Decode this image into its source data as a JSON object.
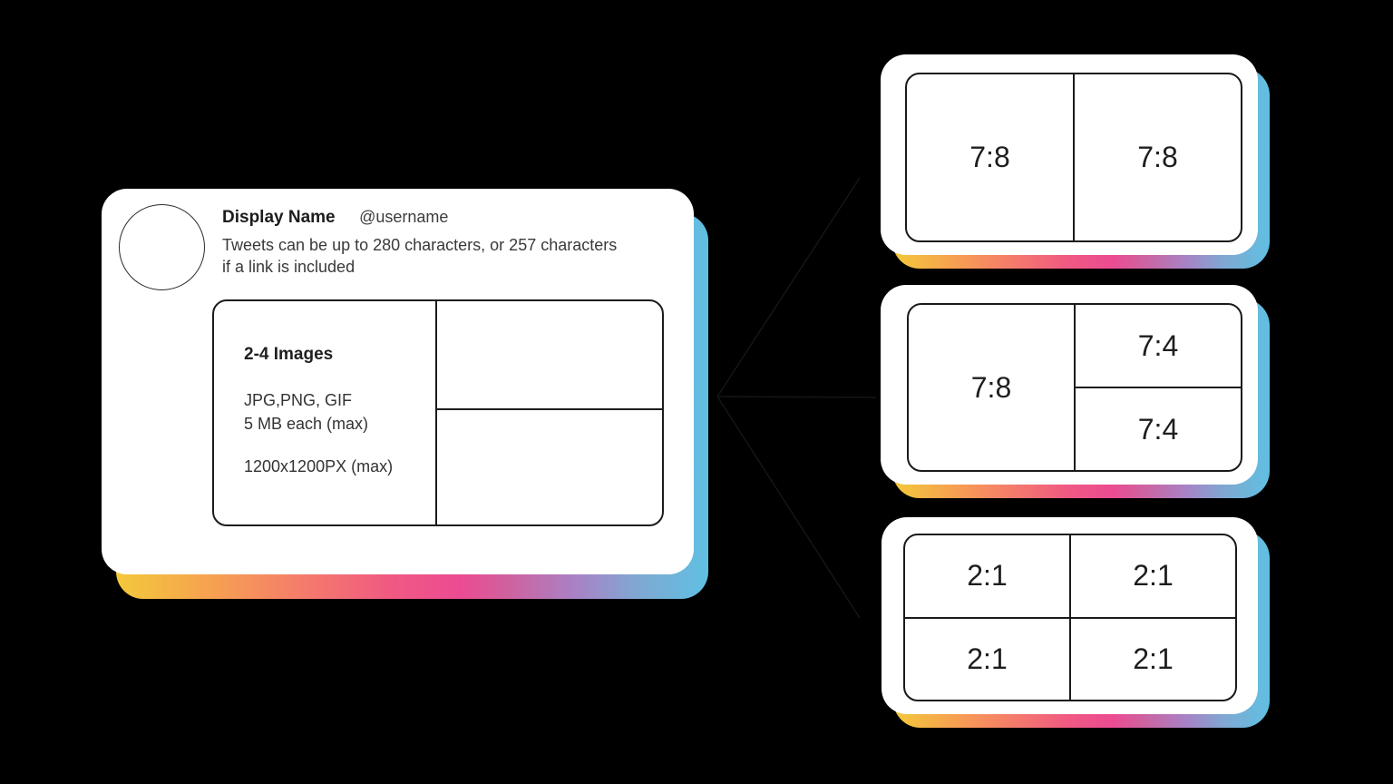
{
  "background": "#000000",
  "palette": {
    "card_bg": "#ffffff",
    "connector_line": "#151515",
    "text_primary": "#1c1c1c",
    "text_secondary": "#3a3a3a",
    "gradient_stops": [
      "#f3c93a",
      "#f6a150",
      "#f57f69",
      "#f05a82",
      "#ec4b92",
      "#a783c6",
      "#7fa8d2",
      "#5fc0e2"
    ]
  },
  "tweet_card": {
    "display_name": "Display Name",
    "username": "@username",
    "body_line1": "Tweets can be up to 280 characters, or 257 characters",
    "body_line2": "if a link is included",
    "image_box": {
      "title": "2-4 Images",
      "formats": "JPG,PNG, GIF",
      "size_limit": "5 MB each (max)",
      "max_dimensions": "1200x1200PX (max)"
    }
  },
  "ratio_cards": {
    "two_images": {
      "left": "7:8",
      "right": "7:8"
    },
    "three_images": {
      "left": "7:8",
      "top_right": "7:4",
      "bottom_right": "7:4"
    },
    "four_images": {
      "top_left": "2:1",
      "top_right": "2:1",
      "bottom_left": "2:1",
      "bottom_right": "2:1"
    }
  }
}
